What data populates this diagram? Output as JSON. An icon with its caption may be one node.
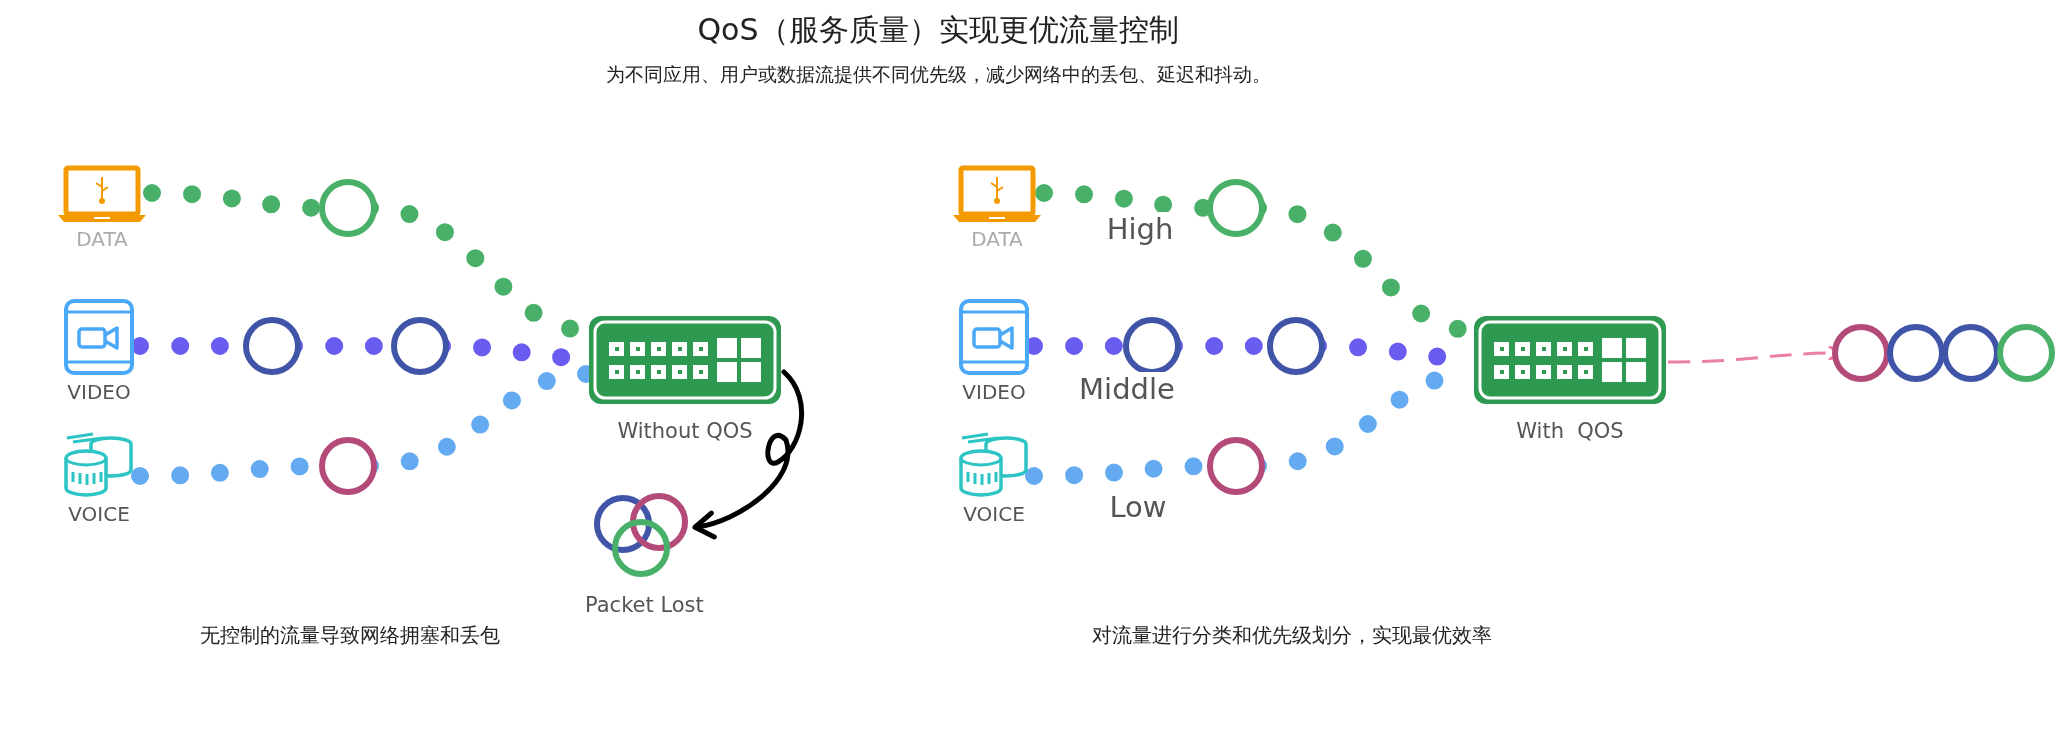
{
  "diagram": {
    "title": "QoS（服务质量）实现更优流量控制",
    "nodes": [
      {
        "text": [
          "DATA"
        ]
      },
      {
        "text": [
          "VIDEO"
        ]
      },
      {
        "text": [
          "VOICE"
        ]
      },
      {
        "text": [
          "Without QOS"
        ]
      },
      {
        "text": [
          "Packet Lost"
        ]
      },
      {
        "text": [
          "DATA"
        ]
      },
      {
        "text": [
          "VIDEO"
        ]
      },
      {
        "text": [
          "VOICE"
        ]
      },
      {
        "text": [
          "With  QOS"
        ]
      },
      {
        "text": [],
        "shape": "circle"
      },
      {
        "text": [],
        "shape": "circle"
      },
      {
        "text": [],
        "shape": "circle"
      },
      {
        "text": [],
        "shape": "circle"
      },
      {
        "text": [],
        "shape": "circle"
      },
      {
        "text": [],
        "shape": "circle"
      },
      {
        "text": [],
        "shape": "circle"
      },
      {
        "text": [],
        "shape": "circle"
      },
      {
        "text": [],
        "shape": "circle"
      },
      {
        "text": [],
        "shape": "circle"
      },
      {
        "text": [],
        "shape": "circle"
      },
      {
        "text": [],
        "shape": "circle"
      }
    ],
    "edges": [
      {
        "from": 0,
        "to": 13,
        "arrow": "none",
        "style": "dashed",
        "color": "#48b068"
      },
      {
        "from": 13,
        "to": 3,
        "arrow": "none",
        "style": "dashed",
        "color": "#48b068"
      },
      {
        "from": 1,
        "to": 14,
        "arrow": "none",
        "style": "dashed",
        "color": "#6a5cf0"
      },
      {
        "from": 14,
        "to": 15,
        "arrow": "none",
        "style": "dashed",
        "color": "#6a5cf0"
      },
      {
        "from": 15,
        "to": 3,
        "arrow": "none",
        "style": "dashed",
        "color": "#6a5cf0"
      },
      {
        "from": 2,
        "to": 16,
        "arrow": "none",
        "style": "dashed",
        "color": "#64aaf0"
      },
      {
        "from": 16,
        "to": 3,
        "arrow": "none",
        "style": "dashed",
        "color": "#64aaf0"
      },
      {
        "from": 3,
        "to": 4,
        "arrow": "to",
        "color": "#000000"
      },
      {
        "from": 5,
        "to": 17,
        "arrow": "none",
        "style": "dashed",
        "color": "#48b068",
        "label": "High"
      },
      {
        "from": 17,
        "to": 8,
        "arrow": "none",
        "style": "dashed",
        "color": "#48b068"
      },
      {
        "from": 6,
        "to": 18,
        "arrow": "none",
        "style": "dashed",
        "color": "#6a5cf0",
        "label": "Middle"
      },
      {
        "from": 18,
        "to": 19,
        "arrow": "none",
        "style": "dashed",
        "color": "#6a5cf0"
      },
      {
        "from": 19,
        "to": 8,
        "arrow": "none",
        "style": "dashed",
        "color": "#6a5cf0"
      },
      {
        "from": 7,
        "to": 20,
        "arrow": "none",
        "style": "dashed",
        "color": "#64aaf0",
        "label": "Low"
      },
      {
        "from": 20,
        "to": 8,
        "arrow": "none",
        "style": "dashed",
        "color": "#64aaf0"
      },
      {
        "from": 8,
        "to": 9,
        "arrow": "to",
        "style": "dashed",
        "color": "#ec7fa5"
      }
    ],
    "labels": [
      "为不同应用、用户或数据流提供不同优先级，减少网络中的丢包、延迟和抖动。",
      "无控制的流量导致网络拥塞和丢包",
      "对流量进行分类和优先级划分，实现最优效率"
    ]
  }
}
